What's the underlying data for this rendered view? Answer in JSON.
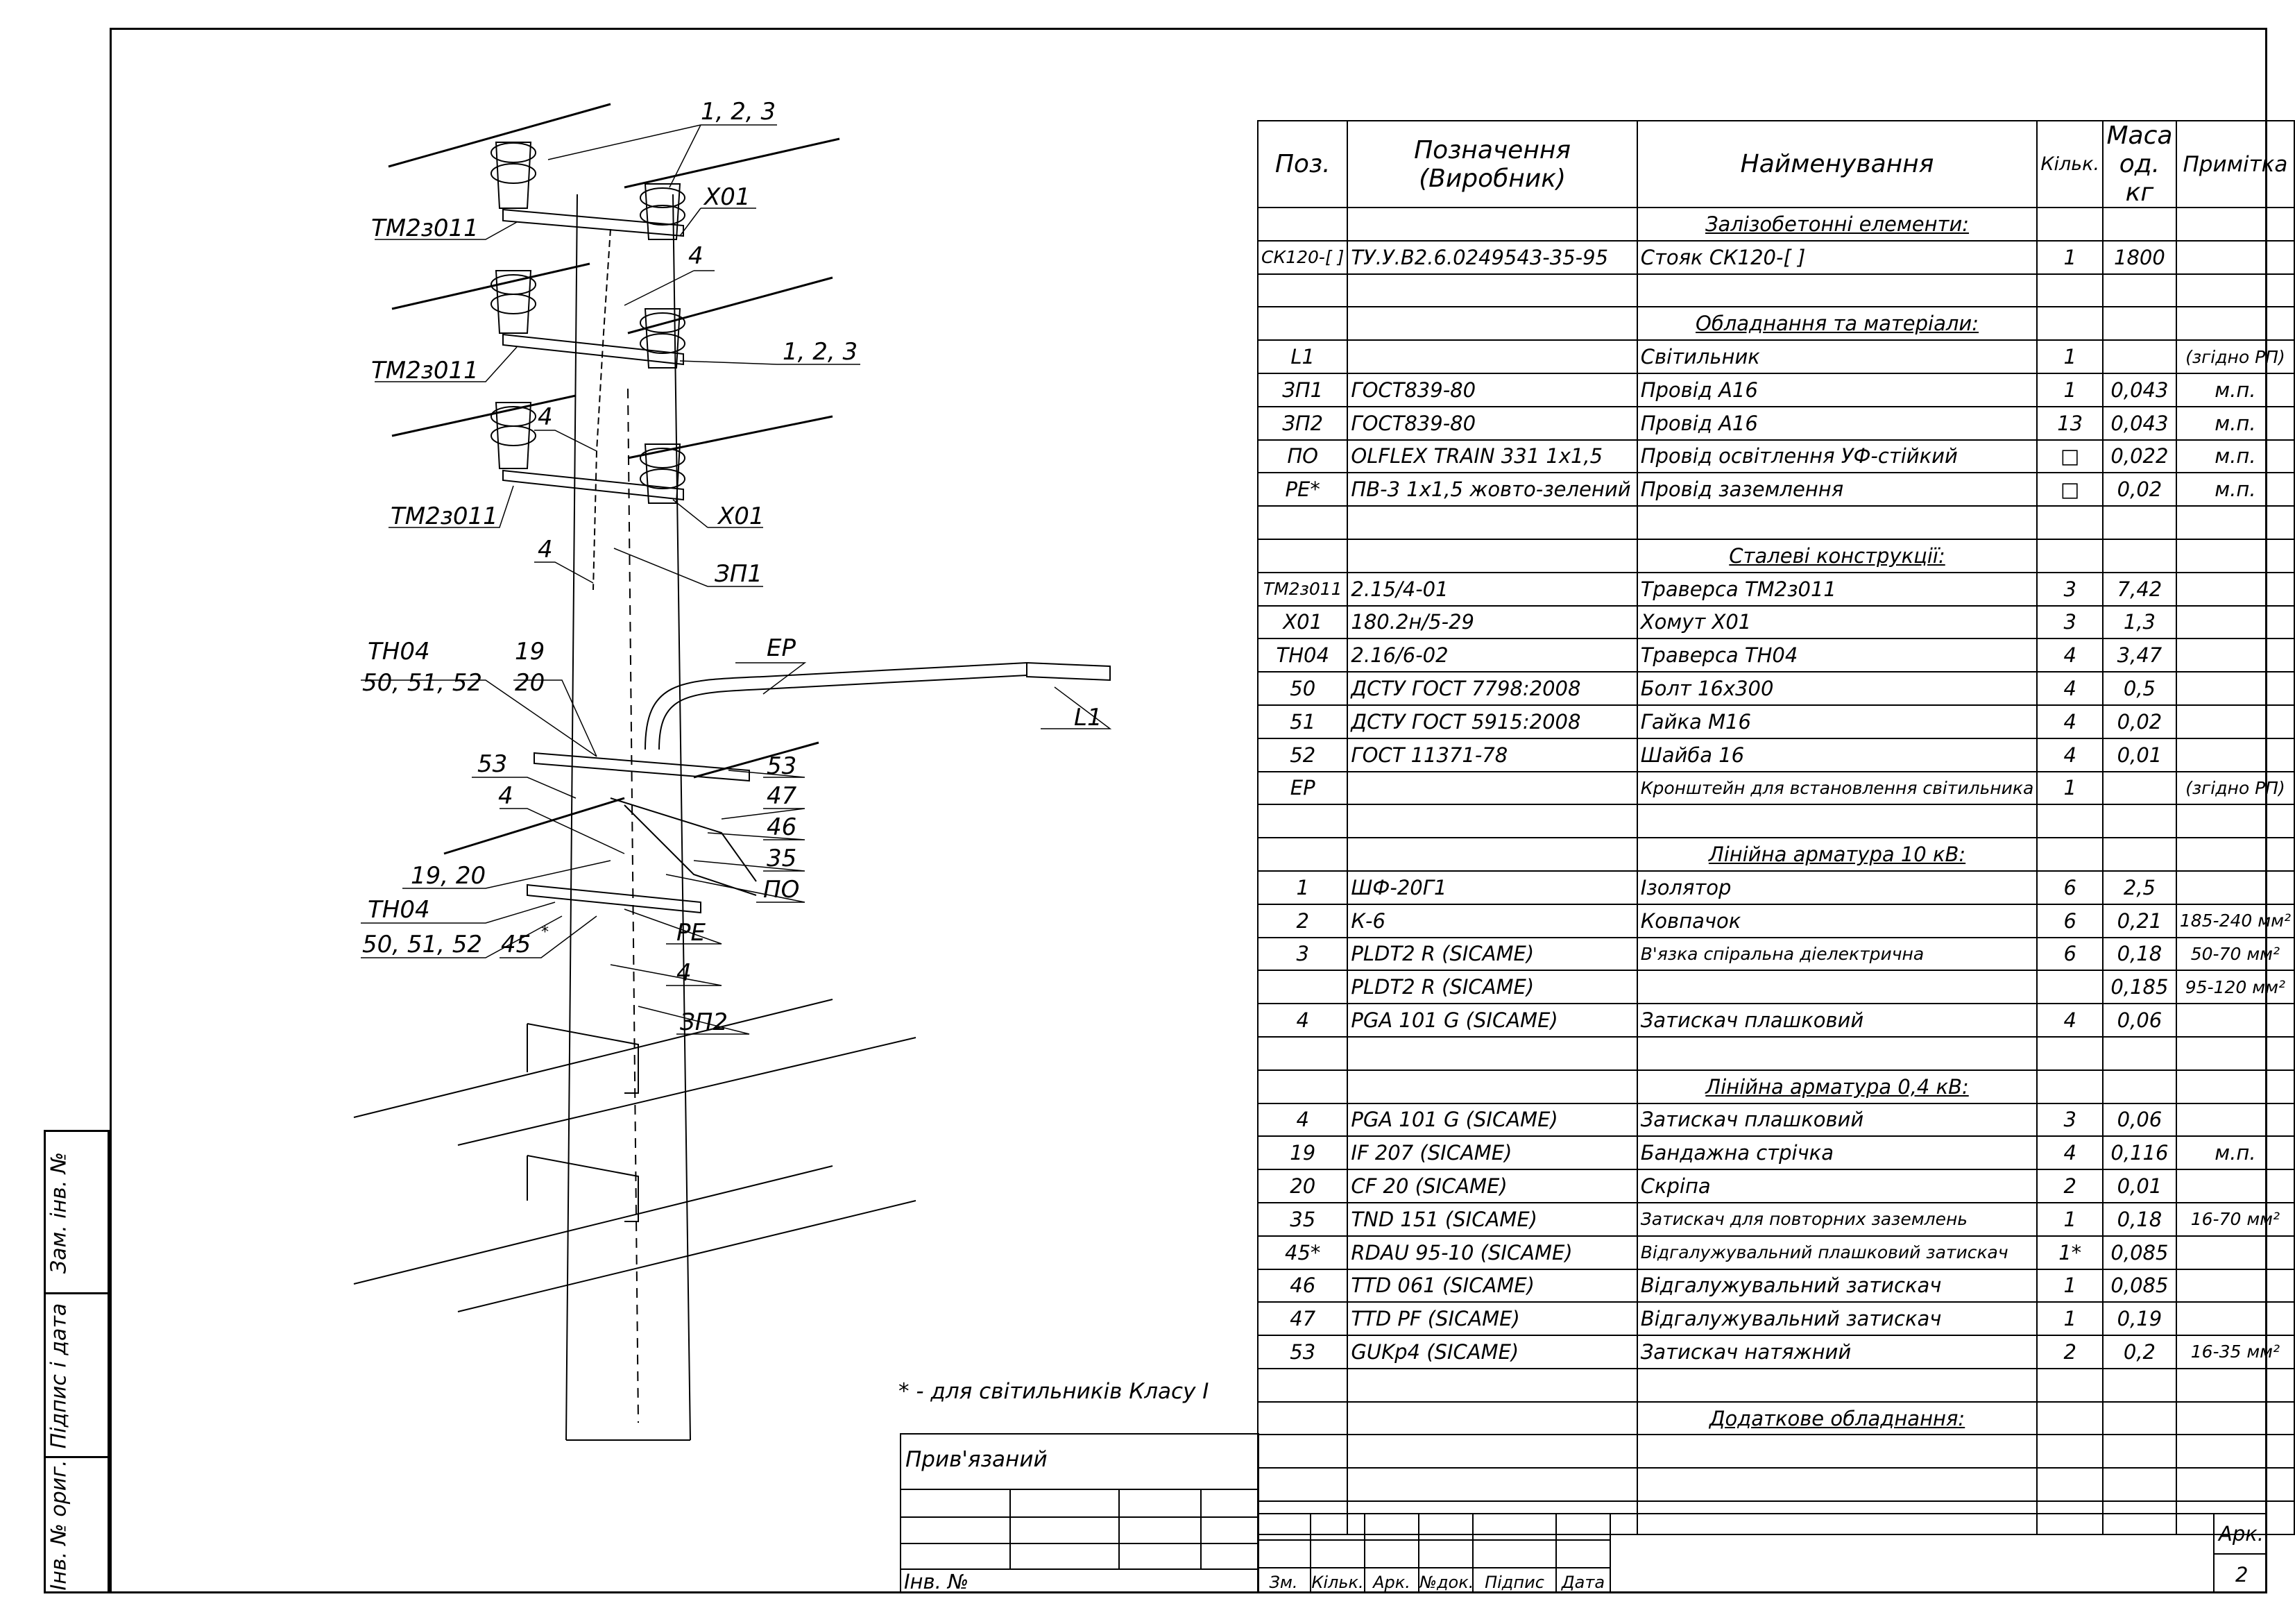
{
  "left_stamp": {
    "cell1": "Зам. інв. №",
    "cell2": "Підпис і дата",
    "cell3": "Інв. № ориг."
  },
  "drawing": {
    "labels": [
      "1, 2, 3",
      "Х01",
      "ТМ2з011",
      "4",
      "ТМ2з011",
      "1, 2, 3",
      "4",
      "ТМ2з011",
      "Х01",
      "4",
      "ЗП1",
      "ТН04",
      "19",
      "ЕР",
      "50, 51, 52",
      "20",
      "L1",
      "53",
      "53",
      "4",
      "47",
      "46",
      "19, 20",
      "35",
      "ТН04",
      "ПО",
      "50, 51, 52",
      "45",
      "РЕ",
      "4",
      "ЗП2"
    ],
    "asterisk_note": "* - для світильників Класу I"
  },
  "spec": {
    "headers": {
      "pos": "Поз.",
      "designation": "Позначення (Виробник)",
      "name": "Найменування",
      "qty": "Кільк.",
      "mass": "Маса од. кг",
      "note": "Примітка"
    },
    "rows": [
      {
        "section": "Залізобетонні елементи:"
      },
      {
        "pos": "СК120-[ ]",
        "des": "ТУ.У.В2.6.0249543-35-95",
        "name": "Стояк СК120-[ ]",
        "qty": "1",
        "mass": "1800",
        "note": ""
      },
      {
        "empty": true
      },
      {
        "section": "Обладнання та матеріали:"
      },
      {
        "pos": "L1",
        "des": "",
        "name": "Світильник",
        "qty": "1",
        "mass": "",
        "note": "(згідно РП)"
      },
      {
        "pos": "ЗП1",
        "des": "ГОСТ839-80",
        "name": "Провід А16",
        "qty": "1",
        "mass": "0,043",
        "note": "м.п."
      },
      {
        "pos": "ЗП2",
        "des": "ГОСТ839-80",
        "name": "Провід А16",
        "qty": "13",
        "mass": "0,043",
        "note": "м.п."
      },
      {
        "pos": "ПО",
        "des": "OLFLEX TRAIN 331 1x1,5",
        "name": "Провід освітлення УФ-стійкий",
        "qty": "□",
        "mass": "0,022",
        "note": "м.п."
      },
      {
        "pos": "РЕ*",
        "des": "ПВ-3 1x1,5 жовто-зелений",
        "name": "Провід заземлення",
        "qty": "□",
        "mass": "0,02",
        "note": "м.п."
      },
      {
        "empty": true
      },
      {
        "section": "Сталеві конструкції:"
      },
      {
        "pos": "ТМ2з011",
        "des": "2.15/4-01",
        "name": "Траверса ТМ2з011",
        "qty": "3",
        "mass": "7,42",
        "note": ""
      },
      {
        "pos": "Х01",
        "des": "180.2н/5-29",
        "name": "Хомут Х01",
        "qty": "3",
        "mass": "1,3",
        "note": ""
      },
      {
        "pos": "ТН04",
        "des": "2.16/6-02",
        "name": "Траверса ТН04",
        "qty": "4",
        "mass": "3,47",
        "note": ""
      },
      {
        "pos": "50",
        "des": "ДСТУ ГОСТ 7798:2008",
        "name": "Болт 16х300",
        "qty": "4",
        "mass": "0,5",
        "note": ""
      },
      {
        "pos": "51",
        "des": "ДСТУ ГОСТ 5915:2008",
        "name": "Гайка М16",
        "qty": "4",
        "mass": "0,02",
        "note": ""
      },
      {
        "pos": "52",
        "des": "ГОСТ 11371-78",
        "name": "Шайба 16",
        "qty": "4",
        "mass": "0,01",
        "note": ""
      },
      {
        "pos": "ЕР",
        "des": "",
        "name": "Кронштейн для встановлення світильника",
        "qty": "1",
        "mass": "",
        "note": "(згідно РП)"
      },
      {
        "empty": true
      },
      {
        "section": "Лінійна арматура 10 кВ:"
      },
      {
        "pos": "1",
        "des": "ШФ-20Г1",
        "name": "Ізолятор",
        "qty": "6",
        "mass": "2,5",
        "note": ""
      },
      {
        "pos": "2",
        "des": "К-6",
        "name": "Ковпачок",
        "qty": "6",
        "mass": "0,21",
        "note": "185-240 мм²"
      },
      {
        "pos": "3",
        "des": "PLDT2 R  (SICAME)",
        "name": "В'язка спіральна діелектрична",
        "qty": "6",
        "mass": "0,18",
        "note": "50-70 мм²"
      },
      {
        "pos": "",
        "des": "PLDT2 R  (SICAME)",
        "name": "",
        "qty": "",
        "mass": "0,185",
        "note": "95-120 мм²"
      },
      {
        "pos": "4",
        "des": "PGA 101 G  (SICAME)",
        "name": "Затискач плашковий",
        "qty": "4",
        "mass": "0,06",
        "note": ""
      },
      {
        "empty": true
      },
      {
        "section": "Лінійна арматура 0,4 кВ:"
      },
      {
        "pos": "4",
        "des": "PGA 101 G  (SICAME)",
        "name": "Затискач плашковий",
        "qty": "3",
        "mass": "0,06",
        "note": ""
      },
      {
        "pos": "19",
        "des": "IF 207  (SICAME)",
        "name": "Бандажна стрічка",
        "qty": "4",
        "mass": "0,116",
        "note": "м.п."
      },
      {
        "pos": "20",
        "des": "CF 20  (SICAME)",
        "name": "Скріпа",
        "qty": "2",
        "mass": "0,01",
        "note": ""
      },
      {
        "pos": "35",
        "des": "TND 151  (SICAME)",
        "name": "Затискач для повторних заземлень",
        "qty": "1",
        "mass": "0,18",
        "note": "16-70 мм²"
      },
      {
        "pos": "45*",
        "des": "RDAU 95-10  (SICAME)",
        "name": "Відгалужувальний плашковий затискач",
        "qty": "1*",
        "mass": "0,085",
        "note": ""
      },
      {
        "pos": "46",
        "des": "TTD 061  (SICAME)",
        "name": "Відгалужувальний затискач",
        "qty": "1",
        "mass": "0,085",
        "note": ""
      },
      {
        "pos": "47",
        "des": "TTD PF  (SICAME)",
        "name": "Відгалужувальний затискач",
        "qty": "1",
        "mass": "0,19",
        "note": ""
      },
      {
        "pos": "53",
        "des": "GUKp4  (SICAME)",
        "name": "Затискач натяжний",
        "qty": "2",
        "mass": "0,2",
        "note": "16-35 мм²"
      },
      {
        "empty": true
      },
      {
        "section": "Додаткове обладнання:"
      },
      {
        "empty": true
      },
      {
        "empty": true
      },
      {
        "empty": true
      }
    ]
  },
  "titleblock": {
    "linked": "Прив'язаний",
    "inv": "Інв. №",
    "cols": [
      "Зм.",
      "Кільк.",
      "Арк.",
      "№док.",
      "Підпис",
      "Дата"
    ],
    "sheet_label": "Арк.",
    "sheet_no": "2"
  }
}
